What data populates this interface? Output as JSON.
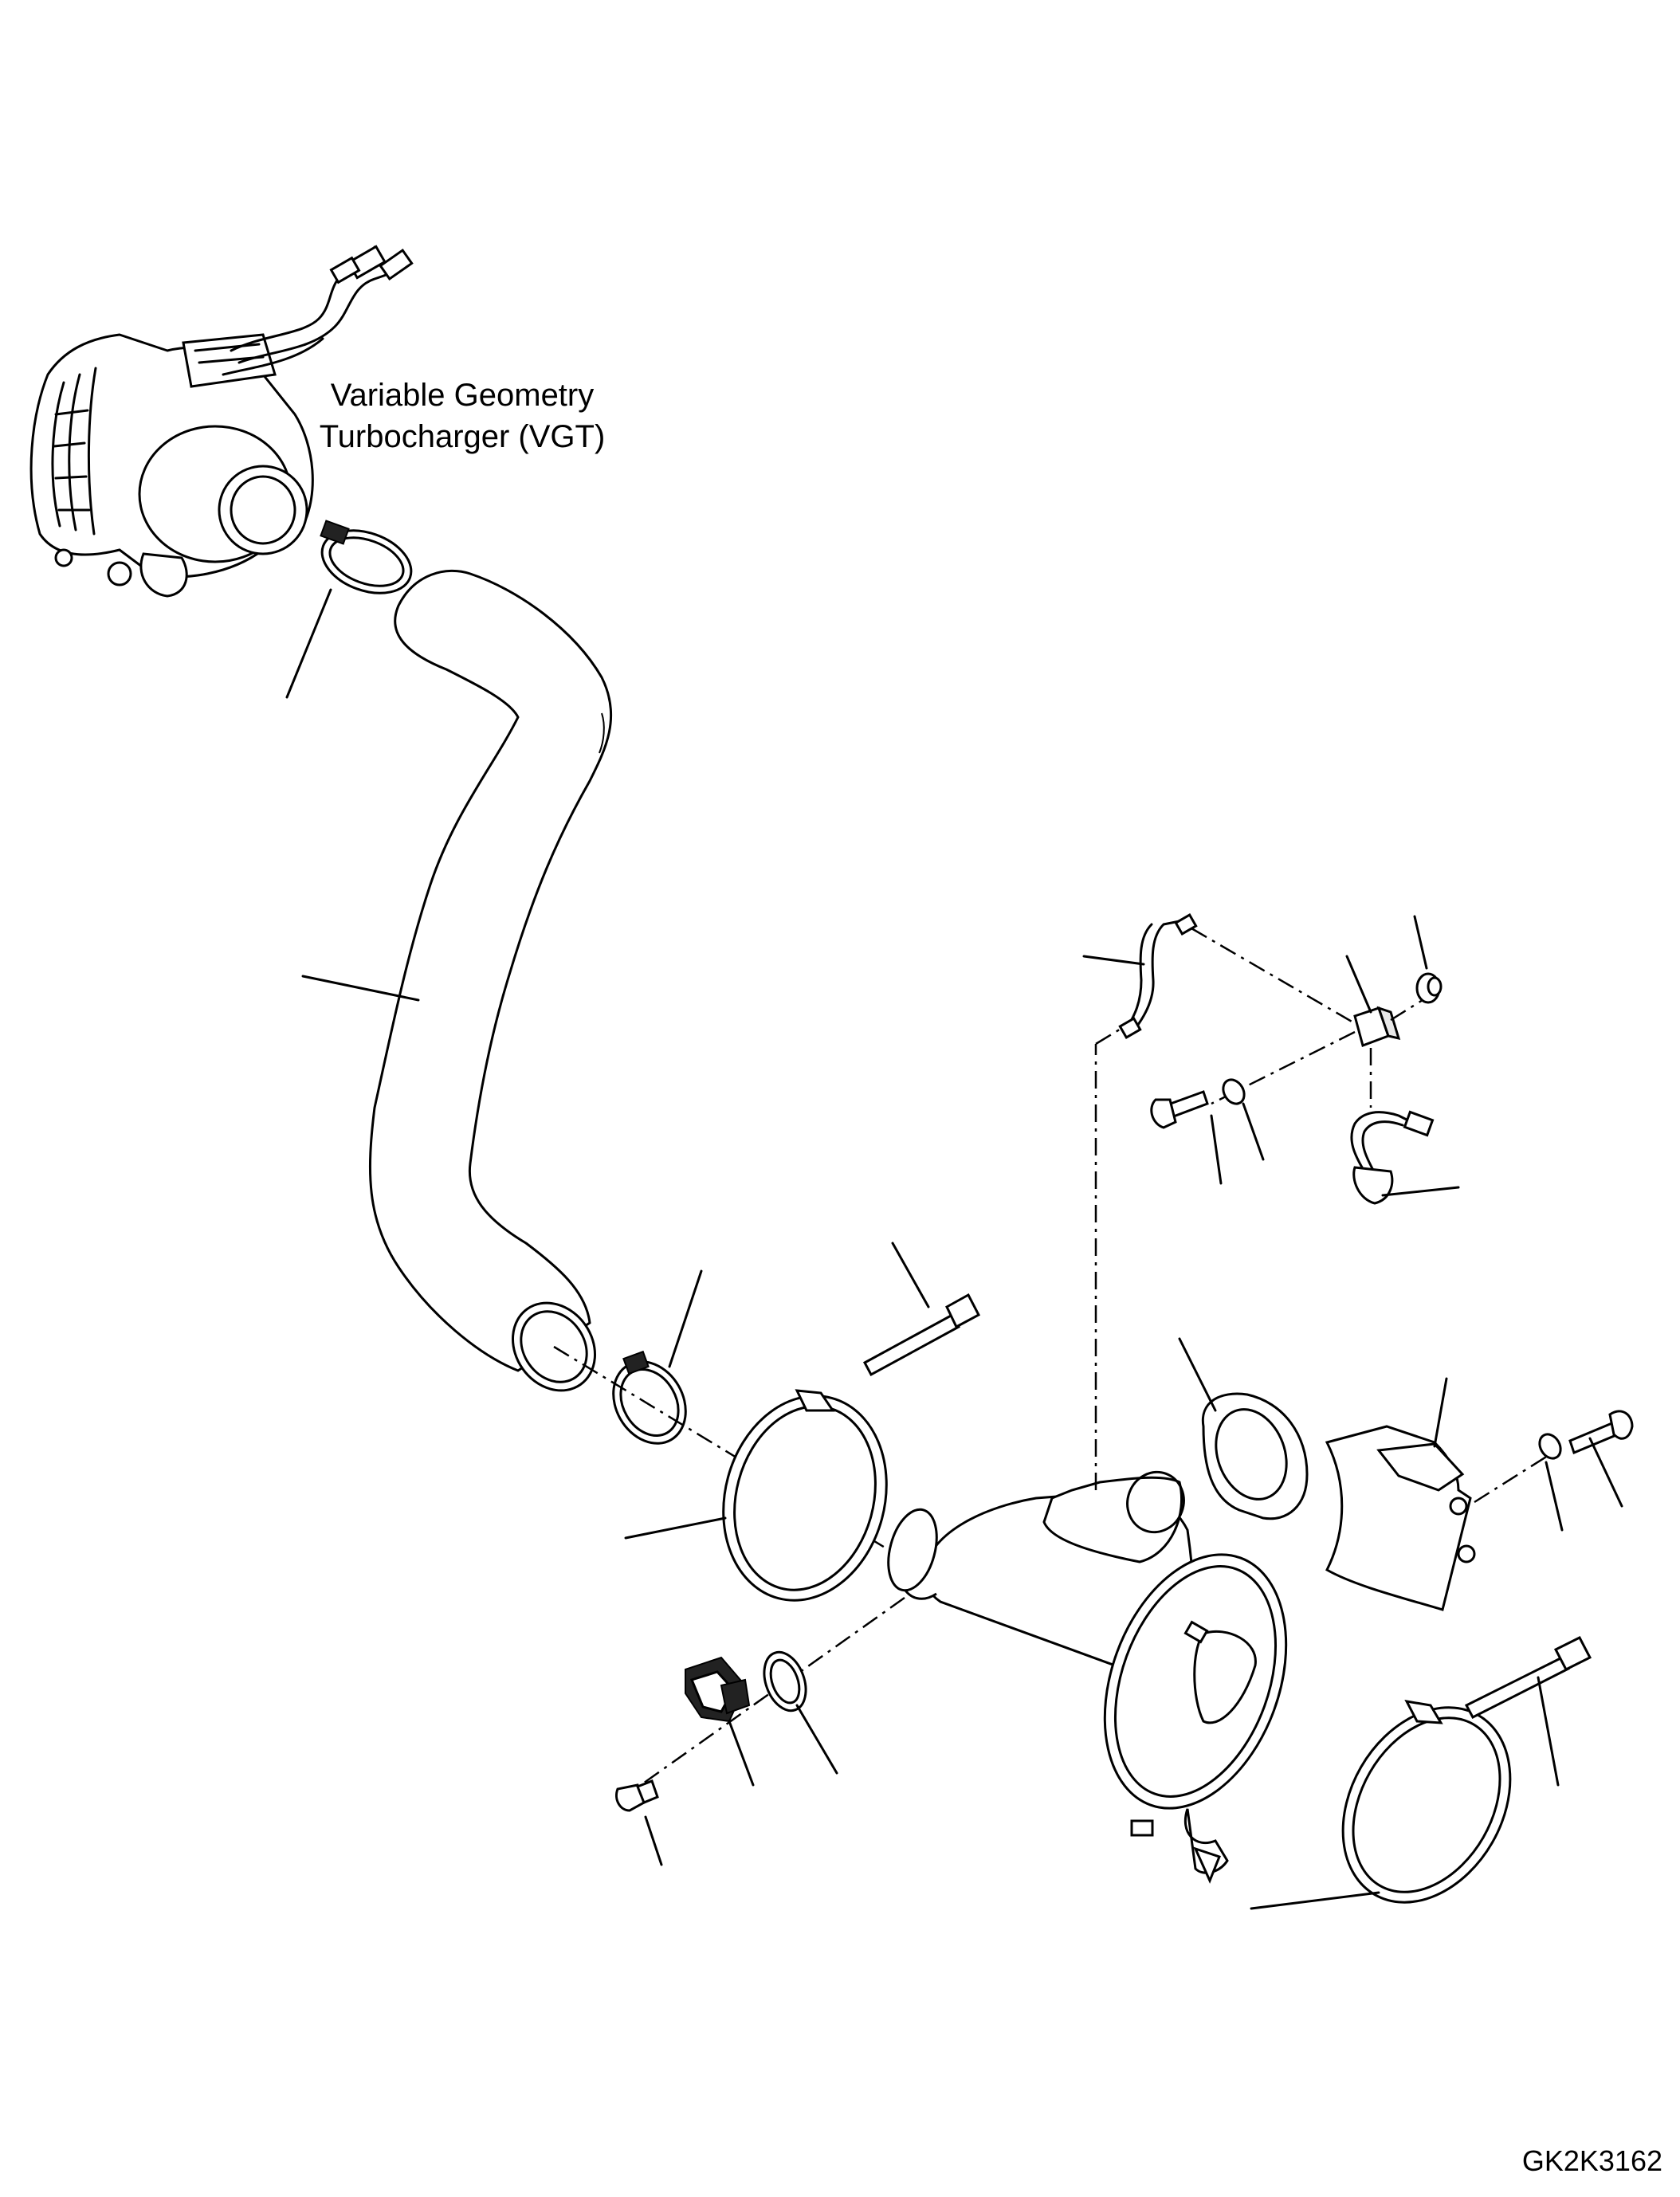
{
  "diagram": {
    "vgt_label_line1": "Variable Geometry",
    "vgt_label_line2": "Turbocharger (VGT)",
    "figure_id": "GK2K3162"
  },
  "colors": {
    "line": "#000000",
    "background": "#ffffff"
  }
}
